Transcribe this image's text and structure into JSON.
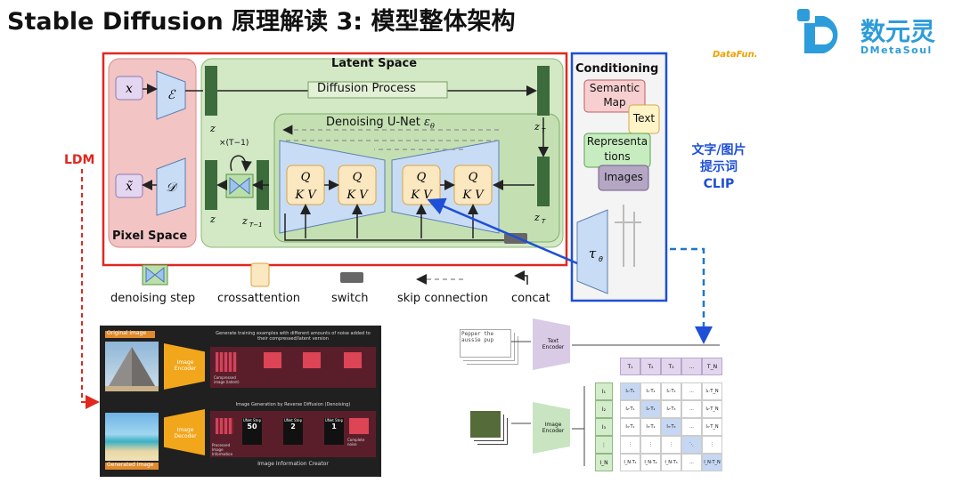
{
  "slide": {
    "title": "Stable Diffusion 原理解读 3: 模型整体架构",
    "brand_name": "数元灵",
    "brand_sub": "DMetaSoul",
    "datafun": "DataFun."
  },
  "ldm_diagram": {
    "latent_space": "Latent Space",
    "diffusion_process": "Diffusion Process",
    "denoising_unet": "Denoising U-Net",
    "pixel_space": "Pixel Space",
    "conditioning": "Conditioning",
    "cond_semantic": "Semantic Map",
    "cond_text": "Text",
    "cond_repr": "Representations",
    "cond_images": "Images",
    "times_label": "×(T−1)",
    "legend": {
      "denoising_step": "denoising step",
      "crossattention": "crossattention",
      "switch": "switch",
      "skip_connection": "skip connection",
      "concat": "concat"
    }
  },
  "annotations": {
    "ldm": "LDM",
    "clip_line1": "文字/图片",
    "clip_line2": "提示词",
    "clip_line3": "CLIP"
  },
  "illustrated": {
    "header": "Generate training examples with different amounts of noise added to their compressed/latent version",
    "original_image": "Original image",
    "image_encoder": "Image Encoder",
    "image_decoder": "Image Decoder",
    "compressed": "Compressed image (latent)",
    "reverse": "Image Generation by Reverse Diffusion (Denoising)",
    "processed": "Processed Image Information",
    "creator": "Image Information Creator",
    "generated_image": "Generated image",
    "unet_step": "UNet Step",
    "step_50": "50",
    "step_2": "2",
    "step_1": "1",
    "complete_noise": "Complete noise"
  },
  "clip_fig": {
    "caption": "Pepper the aussie pup",
    "text_encoder": "Text Encoder",
    "image_encoder": "Image Encoder",
    "text_tokens": [
      "T₁",
      "T₂",
      "T₃",
      "...",
      "T_N"
    ],
    "image_tokens": [
      "I₁",
      "I₂",
      "I₃",
      "⋮",
      "I_N"
    ],
    "matrix": [
      [
        "I₁·T₁",
        "I₁·T₂",
        "I₁·T₃",
        "...",
        "I₁·T_N"
      ],
      [
        "I₂·T₁",
        "I₂·T₂",
        "I₂·T₃",
        "...",
        "I₂·T_N"
      ],
      [
        "I₃·T₁",
        "I₃·T₂",
        "I₃·T₃",
        "...",
        "I₃·T_N"
      ],
      [
        "⋮",
        "⋮",
        "⋮",
        "⋱",
        "⋮"
      ],
      [
        "I_N·T₁",
        "I_N·T₂",
        "I_N·T₃",
        "...",
        "I_N·T_N"
      ]
    ]
  }
}
